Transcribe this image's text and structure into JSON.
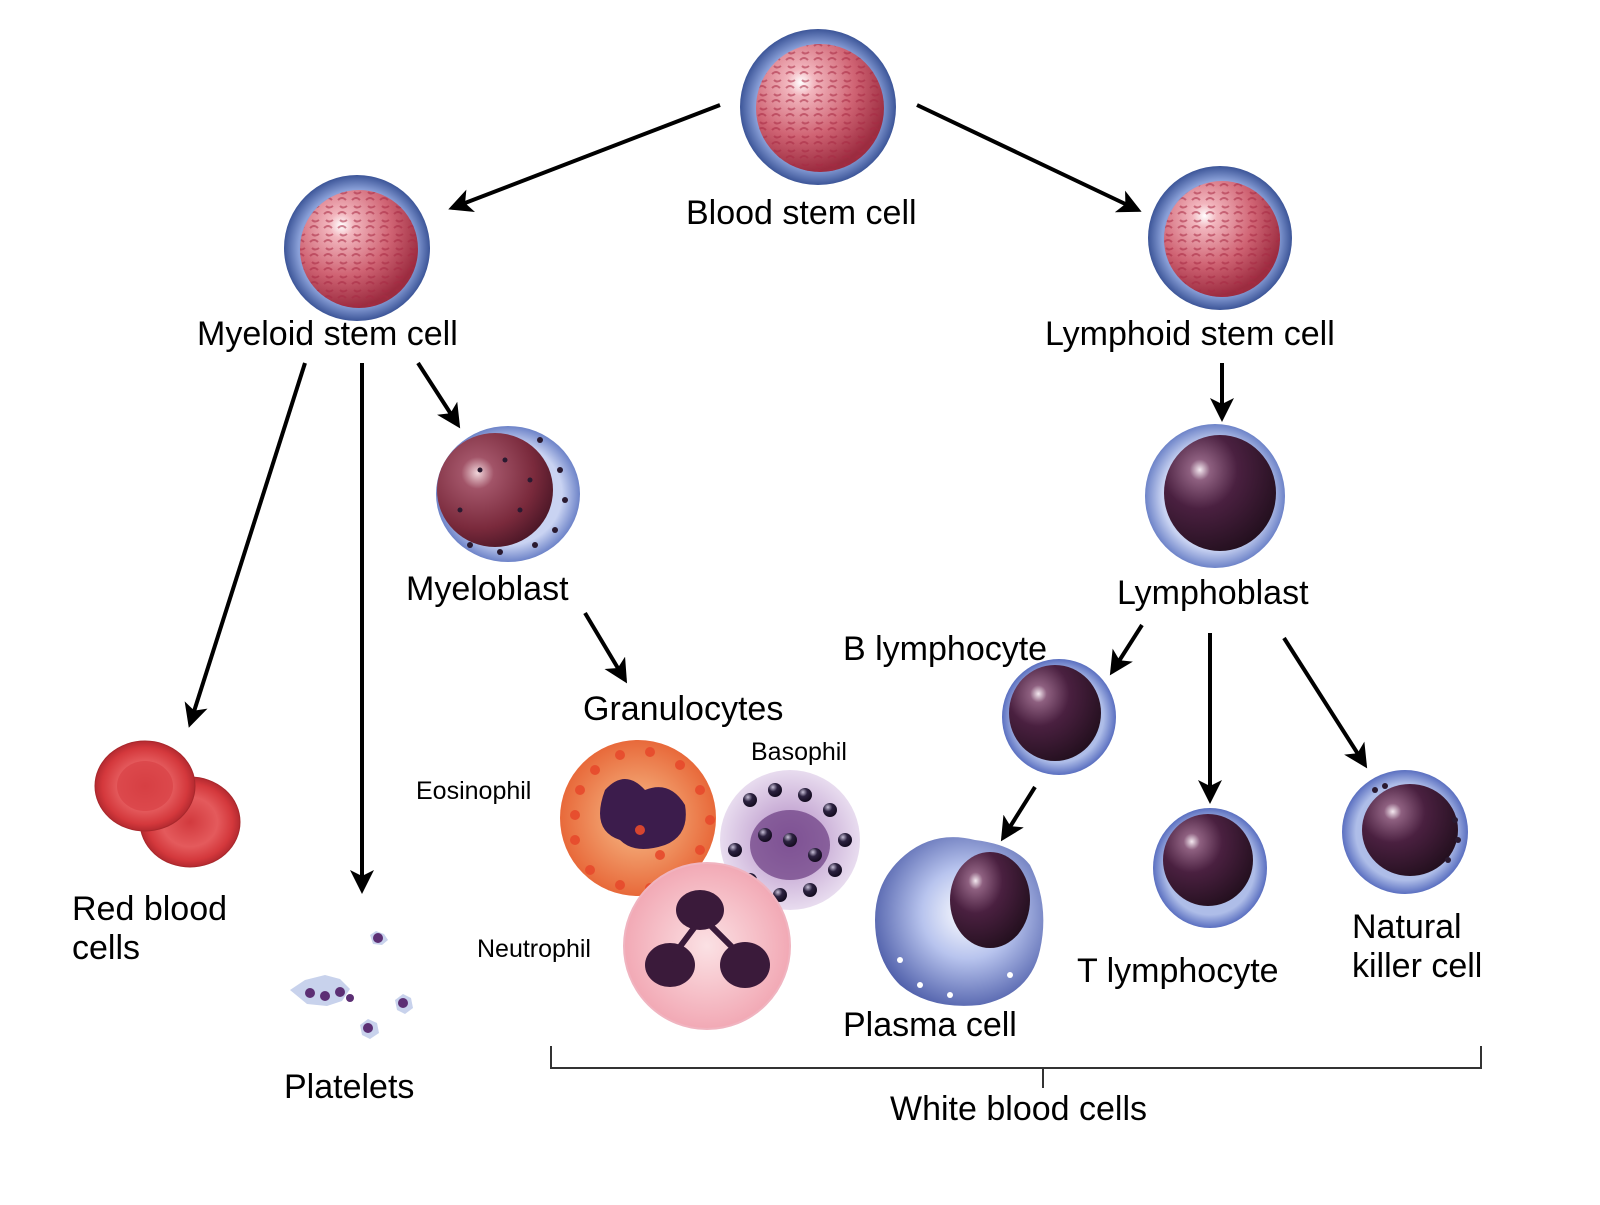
{
  "title": "Blood cell development (hematopoiesis)",
  "nodes": {
    "blood_stem_cell": "Blood stem cell",
    "myeloid_stem_cell": "Myeloid stem cell",
    "lymphoid_stem_cell": "Lymphoid stem cell",
    "myeloblast": "Myeloblast",
    "lymphoblast": "Lymphoblast",
    "granulocytes": "Granulocytes",
    "eosinophil": "Eosinophil",
    "basophil": "Basophil",
    "neutrophil": "Neutrophil",
    "red_blood_cells": "Red blood\ncells",
    "platelets": "Platelets",
    "b_lymphocyte": "B lymphocyte",
    "plasma_cell": "Plasma cell",
    "t_lymphocyte": "T lymphocyte",
    "natural_killer_cell": "Natural\nkiller cell"
  },
  "groups": {
    "white_blood_cells": "White blood cells"
  },
  "edges": [
    {
      "from": "Blood stem cell",
      "to": "Myeloid stem cell"
    },
    {
      "from": "Blood stem cell",
      "to": "Lymphoid stem cell"
    },
    {
      "from": "Myeloid stem cell",
      "to": "Red blood cells"
    },
    {
      "from": "Myeloid stem cell",
      "to": "Platelets"
    },
    {
      "from": "Myeloid stem cell",
      "to": "Myeloblast"
    },
    {
      "from": "Myeloblast",
      "to": "Granulocytes"
    },
    {
      "from": "Lymphoid stem cell",
      "to": "Lymphoblast"
    },
    {
      "from": "Lymphoblast",
      "to": "B lymphocyte"
    },
    {
      "from": "Lymphoblast",
      "to": "T lymphocyte"
    },
    {
      "from": "Lymphoblast",
      "to": "Natural killer cell"
    },
    {
      "from": "B lymphocyte",
      "to": "Plasma cell"
    }
  ],
  "colors": {
    "stem_membrane": "#5b73b0",
    "stem_nucleus": "#c0485c",
    "blast_nucleus": "#5a2a4a",
    "rbc": "#d9383c",
    "eosinophil_granule": "#e8552e",
    "basophil_granule": "#2a2040",
    "neutrophil_cyto": "#f7c9cf",
    "platelet": "#5c2f74",
    "lymph_membrane": "#8aa0dc",
    "arrow": "#000000"
  }
}
